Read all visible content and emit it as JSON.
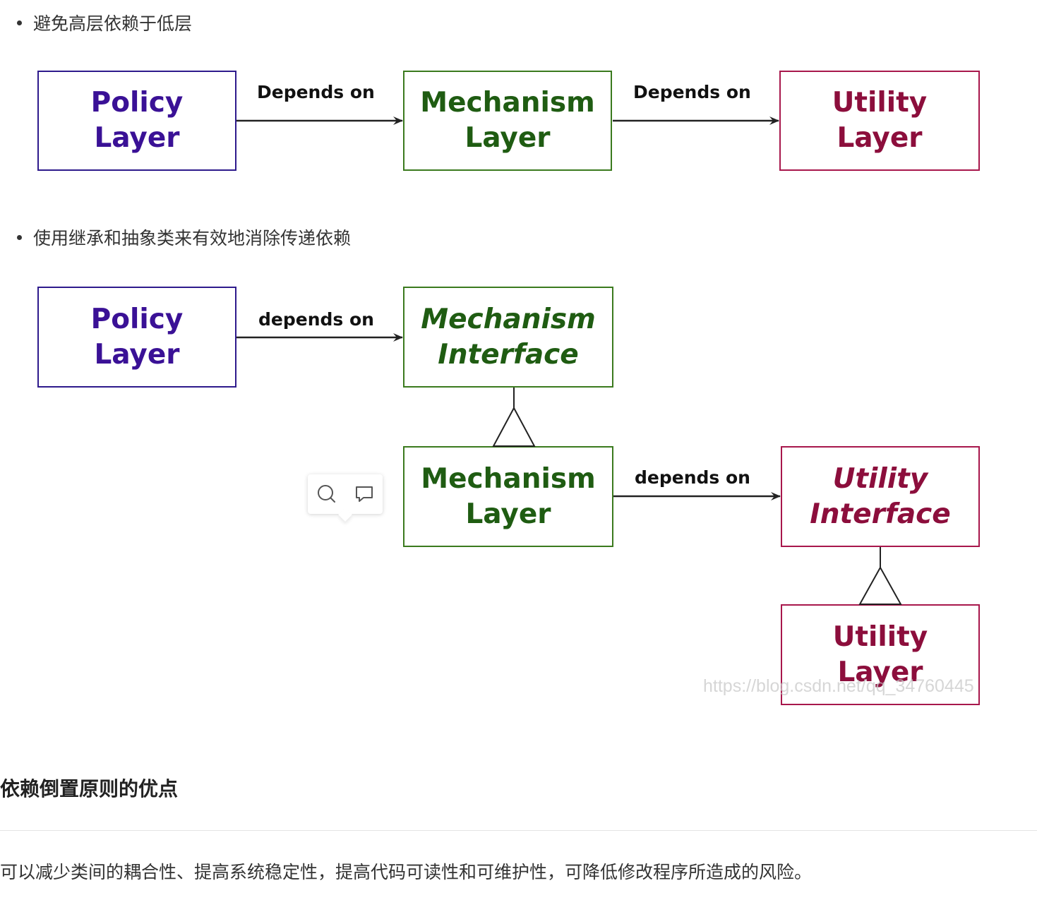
{
  "bullets": [
    "避免高层依赖于低层",
    "使用继承和抽象类来有效地消除传递依赖"
  ],
  "diagram1": {
    "policy": [
      "Policy",
      "Layer"
    ],
    "mechanism": [
      "Mechanism",
      "Layer"
    ],
    "utility": [
      "Utility",
      "Layer"
    ],
    "arrow1_label": "Depends on",
    "arrow2_label": "Depends on"
  },
  "diagram2": {
    "policy": [
      "Policy",
      "Layer"
    ],
    "mechanism_interface": [
      "Mechanism",
      "Interface"
    ],
    "mechanism_layer": [
      "Mechanism",
      "Layer"
    ],
    "utility_interface": [
      "Utility",
      "Interface"
    ],
    "utility_layer": [
      "Utility",
      "Layer"
    ],
    "arrow1_label": "depends on",
    "arrow2_label": "depends on"
  },
  "watermark": "https://blog.csdn.net/qq_34760445",
  "section": {
    "heading": "依赖倒置原则的优点",
    "paragraph": "可以减少类间的耦合性、提高系统稳定性，提高代码可读性和可维护性，可降低修改程序所造成的风险。"
  },
  "colors": {
    "policy": "#3a1196",
    "mechanism": "#1f5c12",
    "utility": "#8c0e3c"
  }
}
